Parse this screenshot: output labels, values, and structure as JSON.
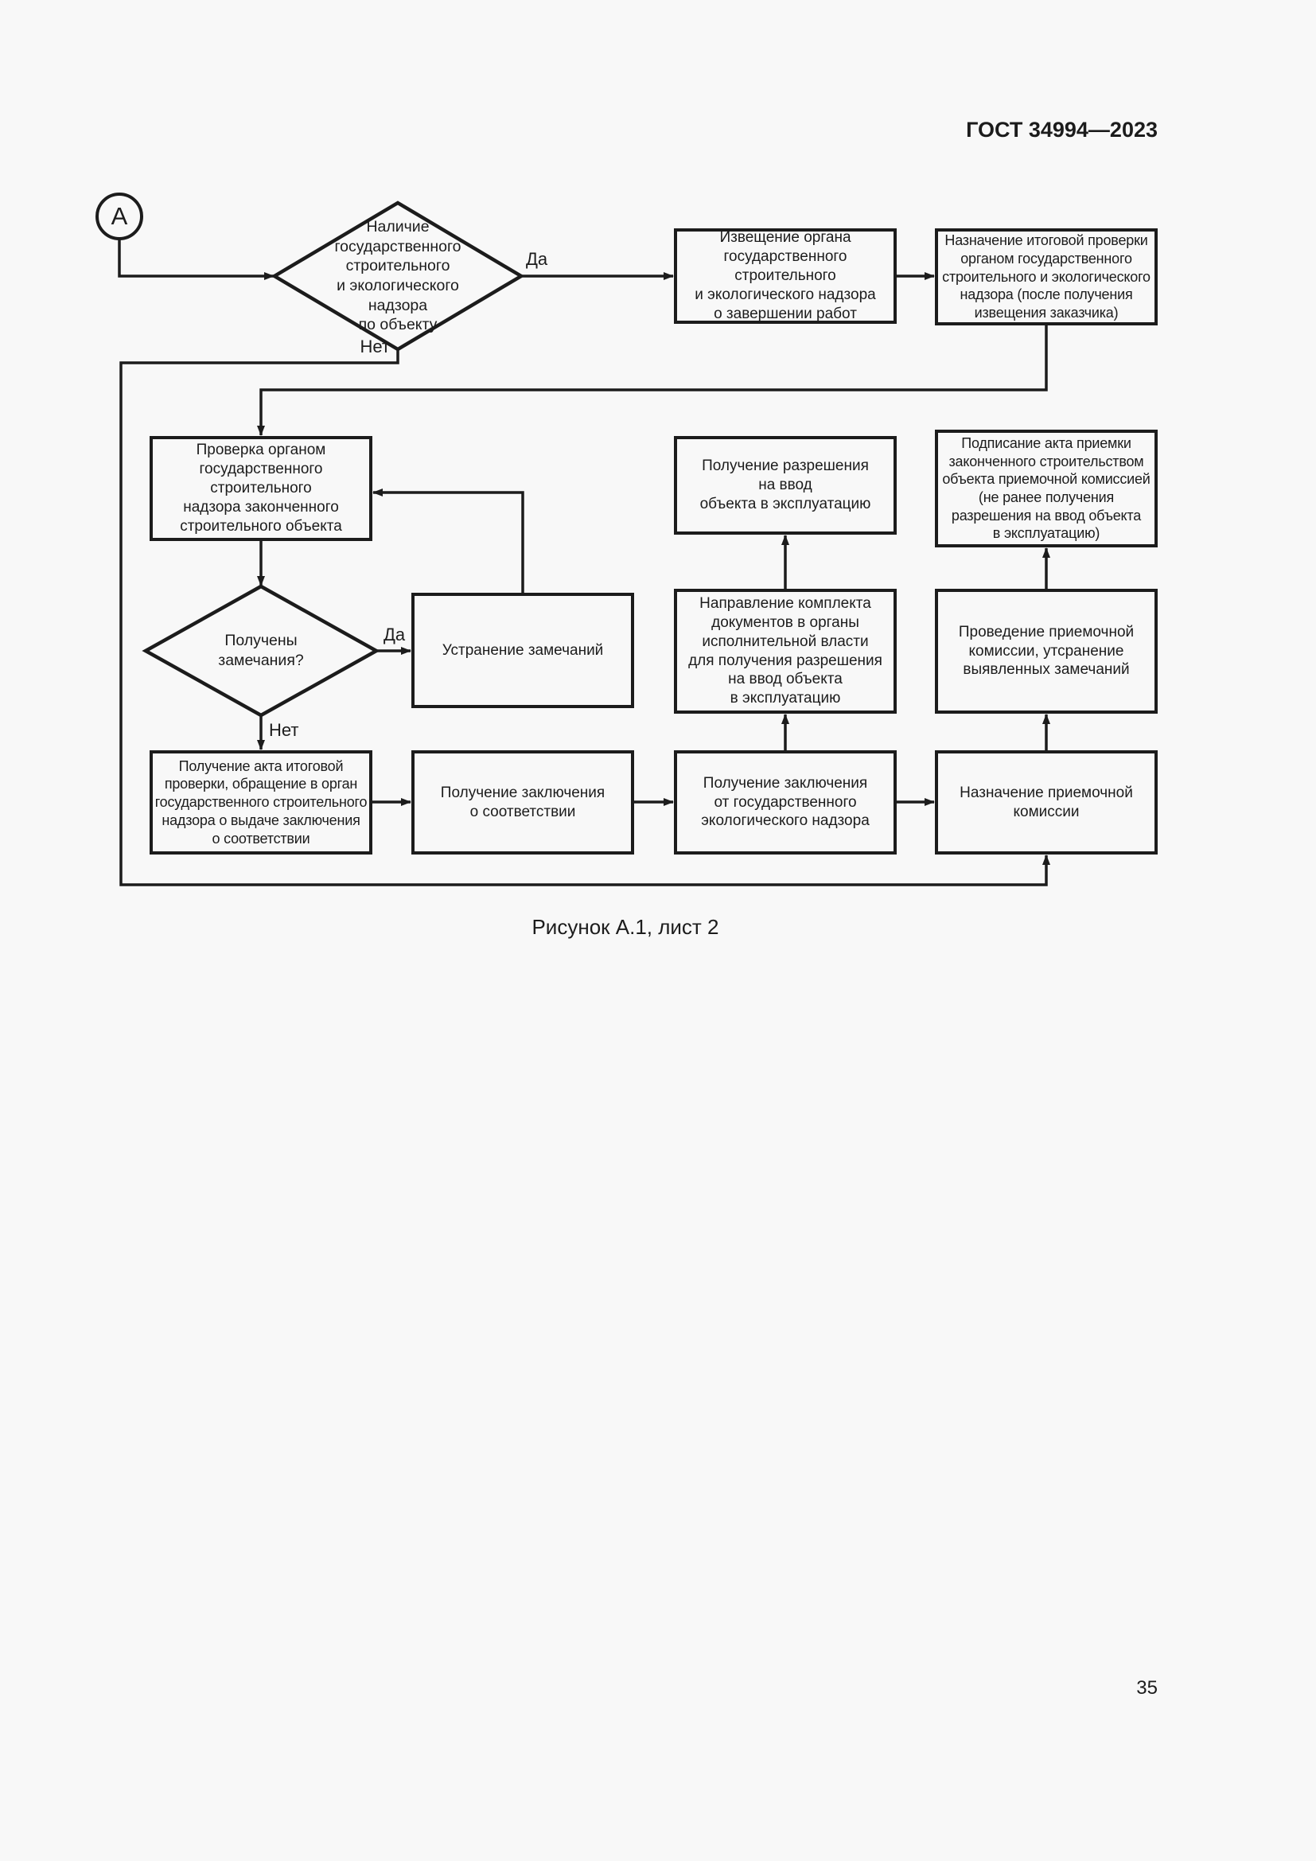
{
  "page": {
    "header": "ГОСТ 34994—2023",
    "caption": "Рисунок А.1, лист 2",
    "page_number": "35"
  },
  "colors": {
    "ink": "#1c1c1c",
    "paper": "#f8f8f8"
  },
  "flowchart": {
    "start_connector": {
      "label": "А"
    },
    "decisions": {
      "supervision_presence": {
        "label": "Наличие\nгосударственного\nстроительного\nи экологического\nнадзора\nпо объекту",
        "yes_label": "Да",
        "no_label": "Нет"
      },
      "remarks_received": {
        "label": "Получены\nзамечания?",
        "yes_label": "Да",
        "no_label": "Нет"
      }
    },
    "boxes": {
      "notify_completion": "Извещение органа\nгосударственного\nстроительного\nи экологического надзора\nо завершении работ",
      "final_inspection_appointment": "Назначение итоговой проверки\nорганом государственного\nстроительного и экологического\nнадзора (после получения\nизвещения заказчика)",
      "supervision_check": "Проверка органом\nгосударственного\nстроительного\nнадзора законченного\nстроительного объекта",
      "commissioning_permit": "Получение разрешения\nна ввод\nобъекта в эксплуатацию",
      "acceptance_act_signing": "Подписание акта приемки\nзаконченного строительством\nобъекта приемочной комиссией\n(не ранее получения\nразрешения на ввод объекта\nв эксплуатацию)",
      "remarks_elimination": "Устранение замечаний",
      "documents_submission": "Направление комплекта\nдокументов в органы\nисполнительной власти\nдля получения разрешения\nна ввод объекта\nв эксплуатацию",
      "acceptance_commission_conduct": "Проведение приемочной\nкомиссии, утсранение\nвыявленных замечаний",
      "final_inspection_act": "Получение акта итоговой\nпроверки, обращение в орган\nгосударственного строительного\nнадзора о выдаче заключения\nо соответствии",
      "conformity_conclusion": "Получение заключения\nо соответствии",
      "ecological_conclusion": "Получение заключения\nот государственного\nэкологического надзора",
      "acceptance_commission_appointment": "Назначение приемочной\nкомиссии"
    }
  }
}
